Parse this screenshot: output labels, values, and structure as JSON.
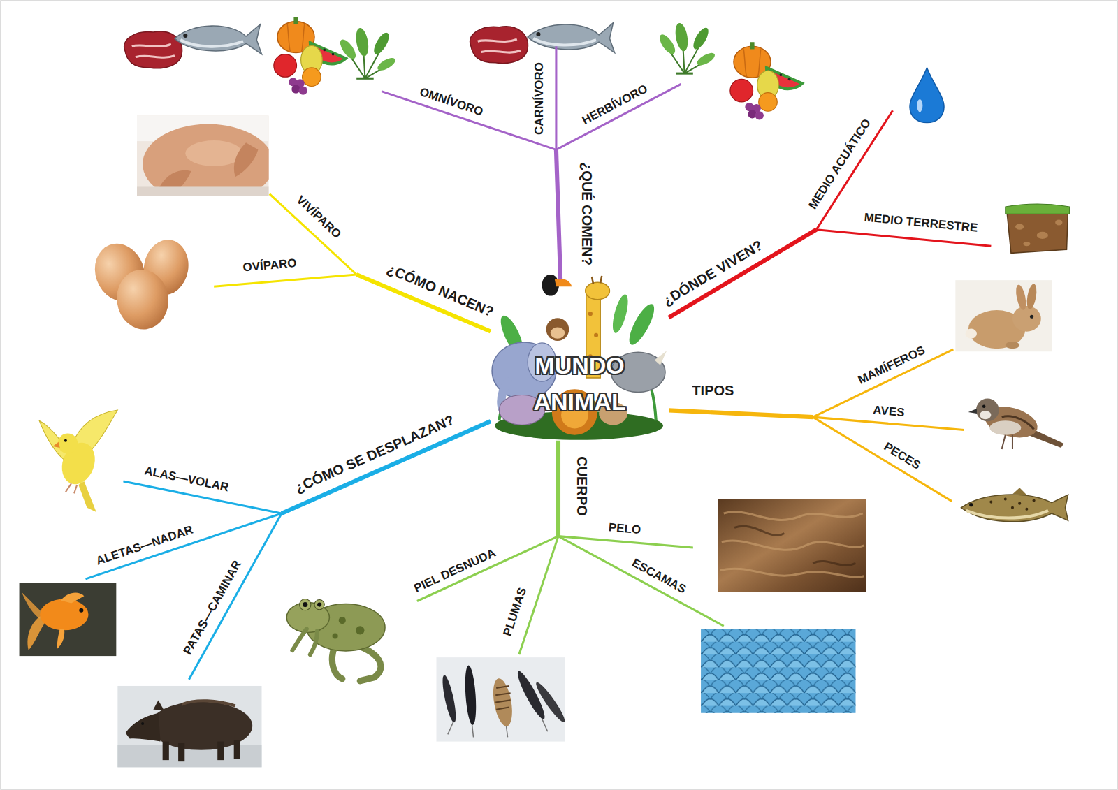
{
  "diagram": {
    "nodes": [
      {
        "text": [
          "MUNDO ANIMAL"
        ]
      },
      {
        "text": [
          "¿QUÉ COMEN?"
        ]
      },
      {
        "text": [
          "OMNÍVORO"
        ]
      },
      {
        "text": [
          "CARNÍVORO"
        ]
      },
      {
        "text": [
          "HERBÍVORO"
        ]
      },
      {
        "text": [
          "¿CÓMO NACEN?"
        ]
      },
      {
        "text": [
          "VIVÍPARO"
        ]
      },
      {
        "text": [
          "OVÍPARO"
        ]
      },
      {
        "text": [
          "¿DÓNDE VIVEN?"
        ]
      },
      {
        "text": [
          "MEDIO ACUÁTICO"
        ]
      },
      {
        "text": [
          "MEDIO TERRESTRE"
        ]
      },
      {
        "text": [
          "TIPOS"
        ]
      },
      {
        "text": [
          "MAMÍFEROS"
        ]
      },
      {
        "text": [
          "AVES"
        ]
      },
      {
        "text": [
          "PECES"
        ]
      },
      {
        "text": [
          "¿CÓMO SE DESPLAZAN?"
        ]
      },
      {
        "text": [
          "ALAS—VOLAR"
        ]
      },
      {
        "text": [
          "ALETAS—NADAR"
        ]
      },
      {
        "text": [
          "PATAS—CAMINAR"
        ]
      },
      {
        "text": [
          "CUERPO"
        ]
      },
      {
        "text": [
          "PELO"
        ]
      },
      {
        "text": [
          "ESCAMAS"
        ]
      },
      {
        "text": [
          "PLUMAS"
        ]
      },
      {
        "text": [
          "PIEL DESNUDA"
        ]
      }
    ],
    "edges": [
      {
        "from": 0,
        "to": 1,
        "arrow": "none"
      },
      {
        "from": 1,
        "to": 2,
        "arrow": "none"
      },
      {
        "from": 1,
        "to": 3,
        "arrow": "none"
      },
      {
        "from": 1,
        "to": 4,
        "arrow": "none"
      },
      {
        "from": 0,
        "to": 5,
        "arrow": "none"
      },
      {
        "from": 5,
        "to": 6,
        "arrow": "none"
      },
      {
        "from": 5,
        "to": 7,
        "arrow": "none"
      },
      {
        "from": 0,
        "to": 8,
        "arrow": "none"
      },
      {
        "from": 8,
        "to": 9,
        "arrow": "none"
      },
      {
        "from": 8,
        "to": 10,
        "arrow": "none"
      },
      {
        "from": 0,
        "to": 11,
        "arrow": "none"
      },
      {
        "from": 11,
        "to": 12,
        "arrow": "none"
      },
      {
        "from": 11,
        "to": 13,
        "arrow": "none"
      },
      {
        "from": 11,
        "to": 14,
        "arrow": "none"
      },
      {
        "from": 0,
        "to": 15,
        "arrow": "none"
      },
      {
        "from": 15,
        "to": 16,
        "arrow": "none"
      },
      {
        "from": 15,
        "to": 17,
        "arrow": "none"
      },
      {
        "from": 15,
        "to": 18,
        "arrow": "none"
      },
      {
        "from": 0,
        "to": 19,
        "arrow": "none"
      },
      {
        "from": 19,
        "to": 20,
        "arrow": "none"
      },
      {
        "from": 19,
        "to": 21,
        "arrow": "none"
      },
      {
        "from": 19,
        "to": 22,
        "arrow": "none"
      },
      {
        "from": 19,
        "to": 23,
        "arrow": "none"
      }
    ]
  }
}
